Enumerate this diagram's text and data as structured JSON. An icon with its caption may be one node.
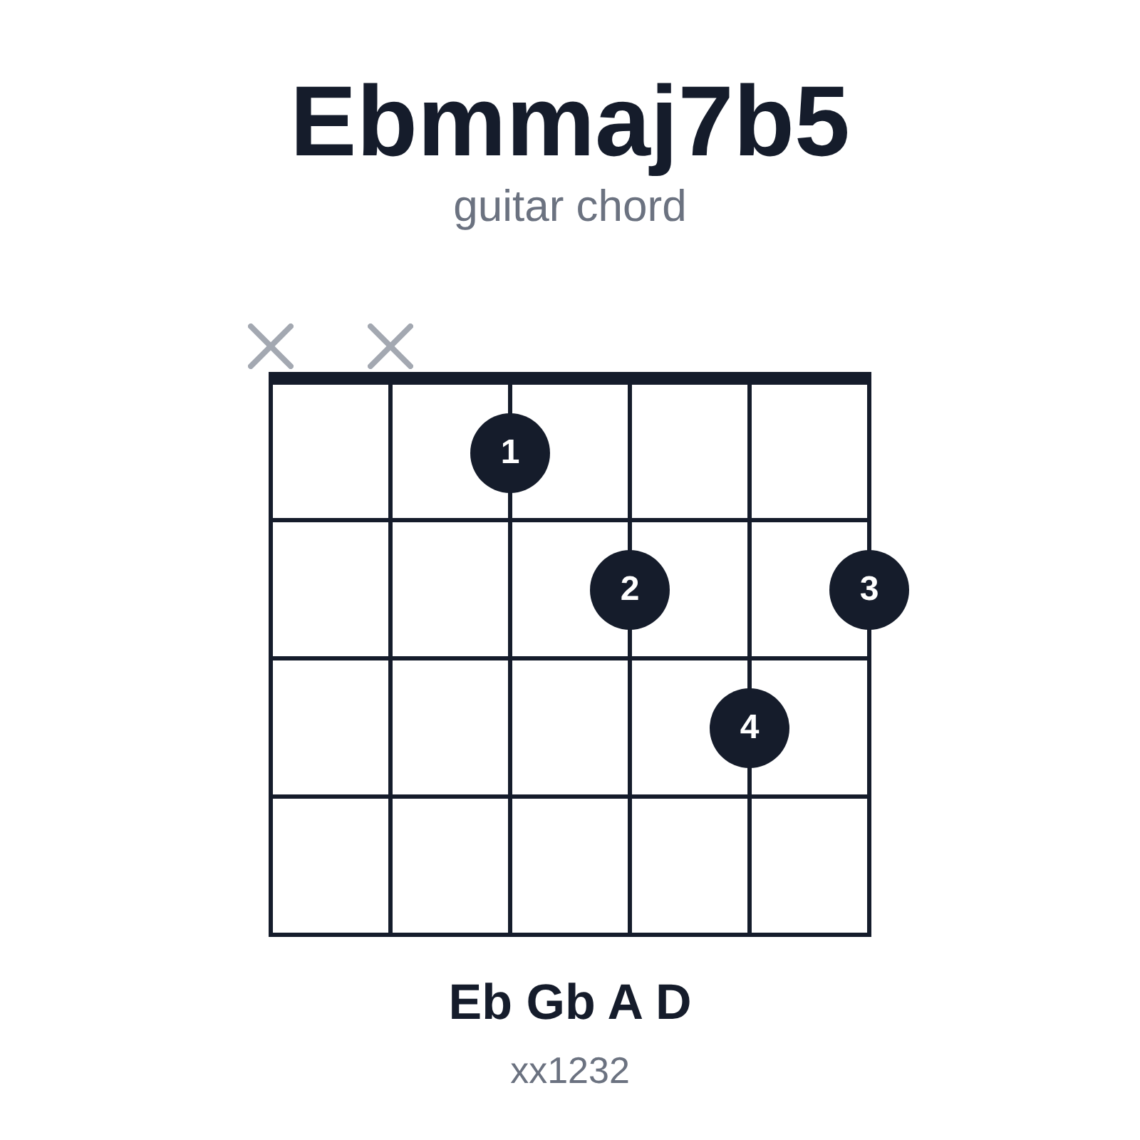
{
  "diagram": {
    "title": "Ebmmaj7b5",
    "nodes": [
      {
        "text": [
          "1"
        ]
      },
      {
        "text": [
          "2"
        ]
      },
      {
        "text": [
          "3"
        ]
      },
      {
        "text": [
          "4"
        ]
      }
    ],
    "labels": [
      "guitar chord",
      "Eb Gb A D",
      "xx1232"
    ]
  }
}
